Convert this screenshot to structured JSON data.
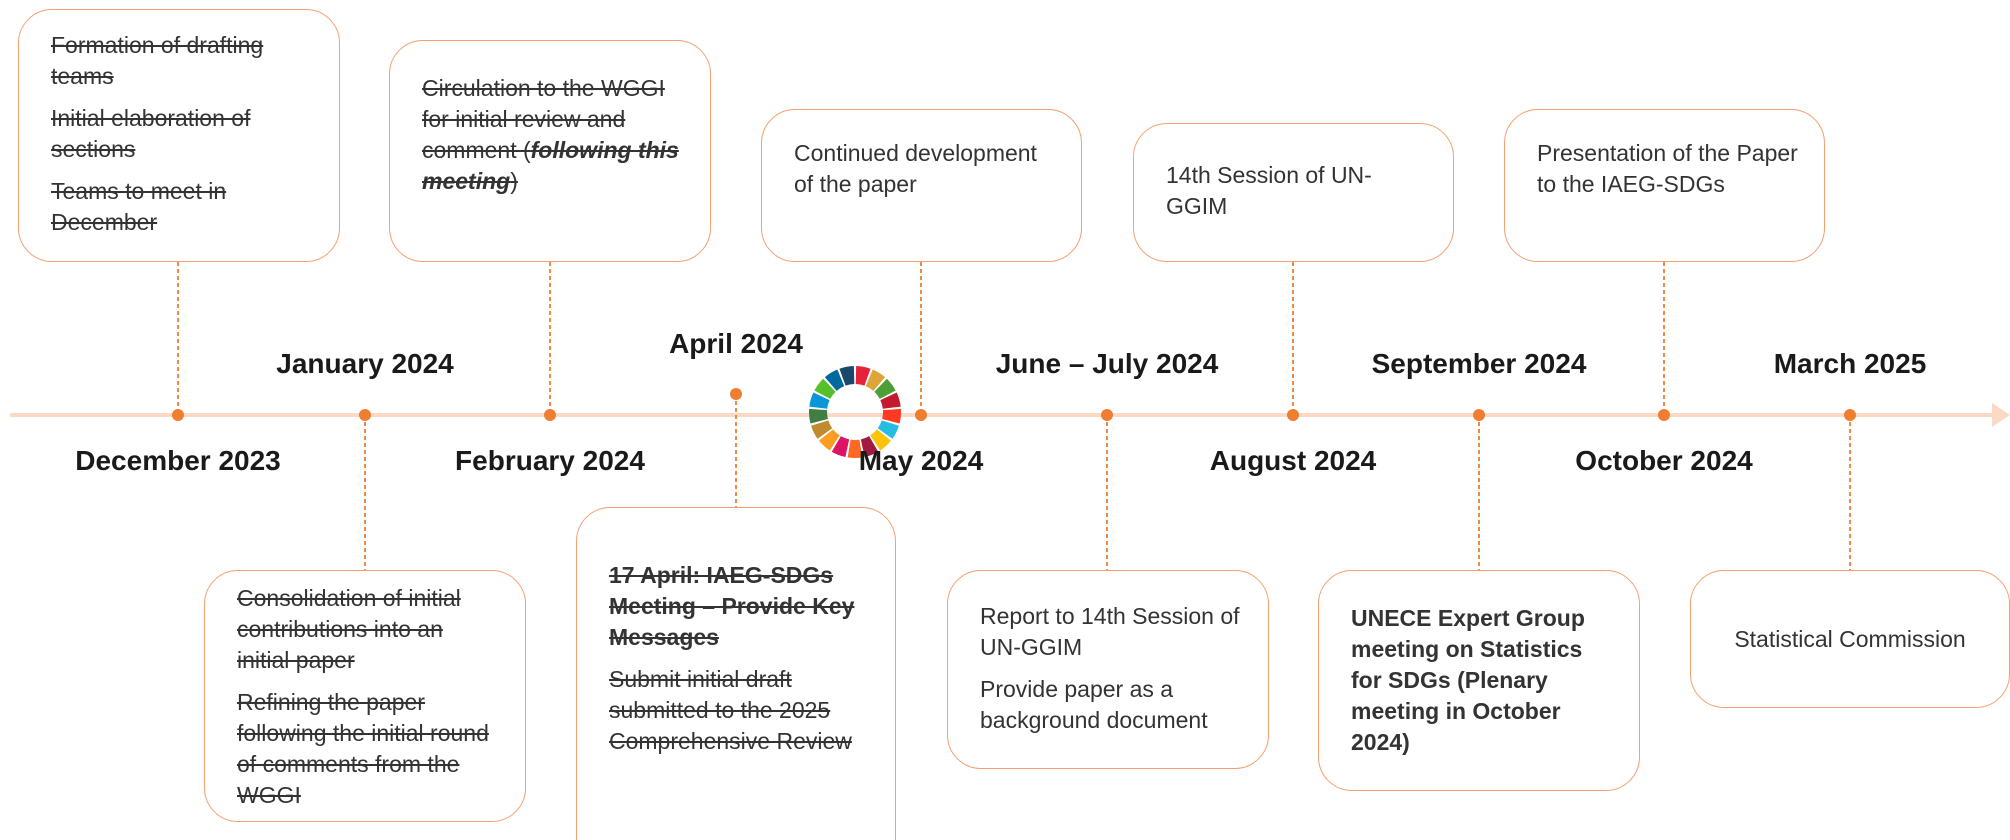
{
  "dates": {
    "dec_2023": "December 2023",
    "jan_2024": "January 2024",
    "feb_2024": "February 2024",
    "apr_2024": "April 2024",
    "may_2024": "May 2024",
    "jun_jul_2024": "June – July 2024",
    "aug_2024": "August 2024",
    "sep_2024": "September 2024",
    "oct_2024": "October 2024",
    "mar_2025": "March 2025"
  },
  "boxes": {
    "dec": {
      "line1": "Formation of drafting teams",
      "line2": "Initial elaboration of sections",
      "line3": "Teams to meet in December"
    },
    "jan": {
      "line1": "Consolidation of initial contributions into an initial paper",
      "line2": "Refining the paper following the initial round of comments from the WGGI"
    },
    "feb": {
      "text_before": "Circulation to the WGGI for initial review and comment (",
      "text_italic": "following this meeting",
      "text_after": ")"
    },
    "apr": {
      "line1": "17 April: IAEG-SDGs Meeting – Provide Key Messages",
      "line2": "Submit initial draft submitted to the 2025 Comprehensive Review"
    },
    "may": {
      "line1": "Continued development of the paper"
    },
    "jun_jul": {
      "line1": "Report to 14th Session of UN-GGIM",
      "line2": "Provide paper as a background document"
    },
    "aug": {
      "line1": "14th Session of UN-GGIM"
    },
    "sep": {
      "line1": "UNECE Expert Group meeting on Statistics for SDGs (Plenary meeting in October 2024)"
    },
    "oct": {
      "line1": "Presentation of the Paper to the IAEG-SDGs"
    },
    "mar": {
      "line1": "Statistical Commission"
    }
  },
  "colors": {
    "accent": "#ef7d32",
    "axis": "#fbd9c4",
    "box_border": "#f4a070",
    "sdg_wheel": [
      "#e5243b",
      "#dda63a",
      "#4c9f38",
      "#c5192d",
      "#ff3a21",
      "#26bde2",
      "#fcc30b",
      "#a21942",
      "#fd6925",
      "#dd1367",
      "#fd9d24",
      "#bf8b2e",
      "#3f7e44",
      "#0a97d9",
      "#56c02b",
      "#00689d",
      "#19486a"
    ]
  },
  "icons": {
    "logo": "sdg-color-wheel-icon"
  }
}
